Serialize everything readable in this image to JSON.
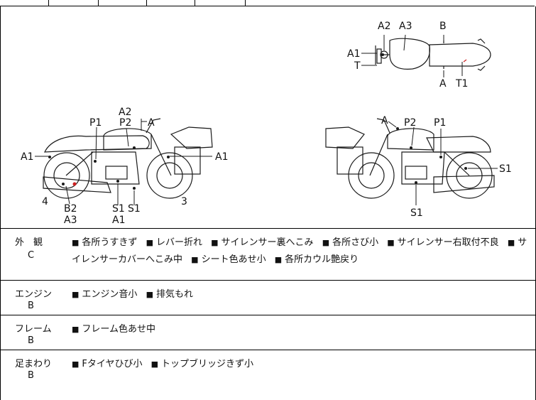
{
  "diagram": {
    "top_view_labels": [
      "A2",
      "A3",
      "B",
      "A1",
      "T",
      "A",
      "T1"
    ],
    "left_view_labels": [
      "A2",
      "A",
      "P1",
      "P2",
      "A1",
      "A1",
      "4",
      "B2",
      "A3",
      "S1",
      "A1",
      "S1",
      "3"
    ],
    "right_view_labels": [
      "A",
      "P2",
      "P1",
      "S1",
      "S1"
    ]
  },
  "conditions": [
    {
      "category": "外　観",
      "grade": "C",
      "items": [
        "各所うすきず",
        "レバー折れ",
        "サイレンサー裏へこみ",
        "各所さび小",
        "サイレンサー右取付不良",
        "サイレンサーカバーへこみ中",
        "シート色あせ小",
        "各所カウル艶戻り"
      ]
    },
    {
      "category": "エンジン",
      "grade": "B",
      "items": [
        "エンジン音小",
        "排気もれ"
      ]
    },
    {
      "category": "フレーム",
      "grade": "B",
      "items": [
        "フレーム色あせ中"
      ]
    },
    {
      "category": "足まわり",
      "grade": "B",
      "items": [
        "Fタイヤひび小",
        "トップブリッジきず小"
      ]
    }
  ],
  "colors": {
    "line": "#1a1a1a",
    "damage_mark": "#cc2222"
  },
  "icons": {
    "bullet": "■"
  }
}
